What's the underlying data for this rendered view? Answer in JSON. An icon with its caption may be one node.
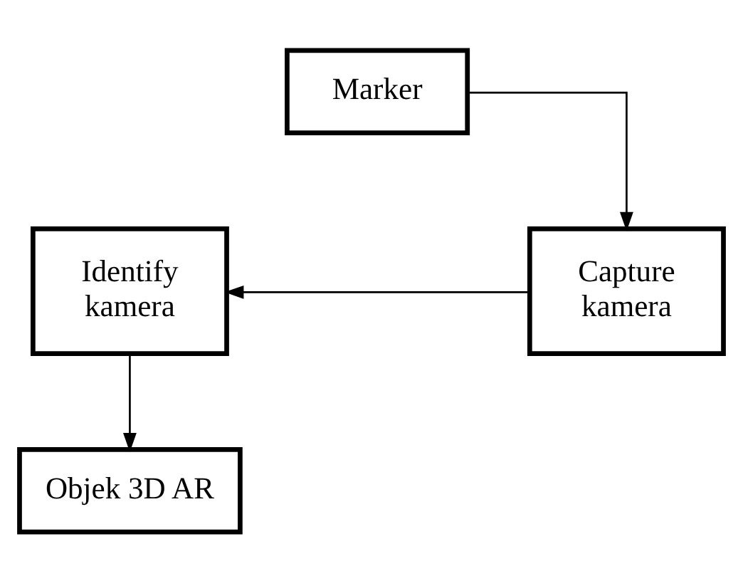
{
  "diagram": {
    "nodes": [
      {
        "text": [
          "Marker"
        ]
      },
      {
        "text": [
          "Identify kamera"
        ]
      },
      {
        "text": [
          "Capture kamera"
        ]
      },
      {
        "text": [
          "Objek 3D AR"
        ]
      }
    ],
    "edges": [
      {
        "from": 0,
        "to": 2,
        "arrow": "to"
      },
      {
        "from": 2,
        "to": 1,
        "arrow": "to"
      },
      {
        "from": 1,
        "to": 3,
        "arrow": "to"
      }
    ]
  }
}
